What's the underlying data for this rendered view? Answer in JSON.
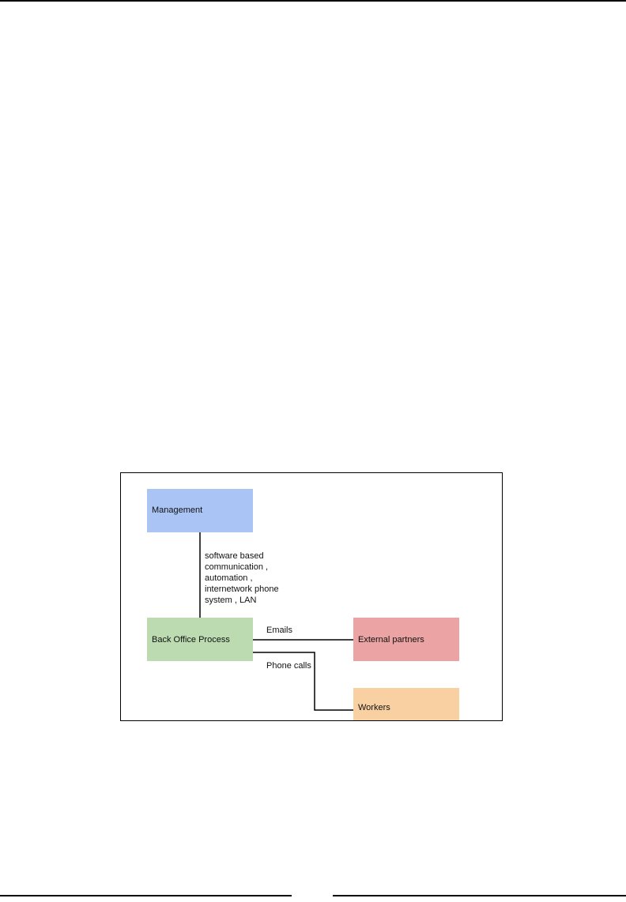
{
  "diagram": {
    "nodes": {
      "management": {
        "label": "Management",
        "color": "#a9c4f5"
      },
      "back_office": {
        "label": "Back Office Process",
        "color": "#bddbb0"
      },
      "external_partners": {
        "label": "External partners",
        "color": "#eba3a3"
      },
      "workers": {
        "label": "Workers",
        "color": "#f9d0a2"
      }
    },
    "edges": {
      "management_backoffice": {
        "label_lines": [
          "software based",
          "communication ,",
          "automation ,",
          "internetwork phone",
          "system , LAN"
        ]
      },
      "backoffice_external": {
        "label": "Emails"
      },
      "backoffice_workers": {
        "label": "Phone calls"
      }
    }
  }
}
